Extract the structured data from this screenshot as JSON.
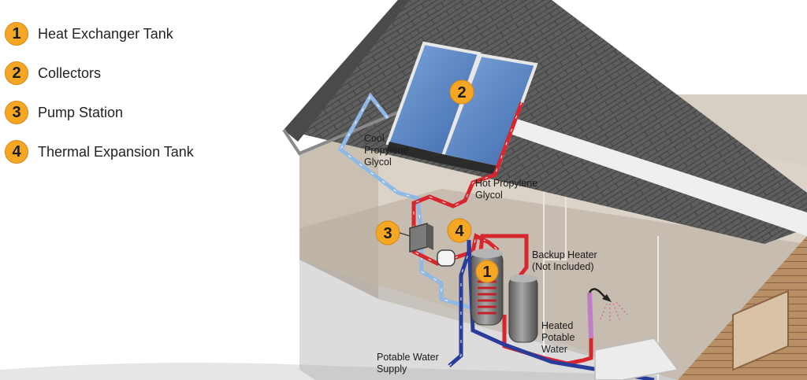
{
  "legend": {
    "items": [
      {
        "number": "1",
        "label": "Heat Exchanger Tank"
      },
      {
        "number": "2",
        "label": "Collectors"
      },
      {
        "number": "3",
        "label": "Pump Station"
      },
      {
        "number": "4",
        "label": "Thermal Expansion Tank"
      }
    ]
  },
  "markers": {
    "tank": "1",
    "collectors": "2",
    "pump": "3",
    "expansion": "4"
  },
  "labels": {
    "cool_glycol": [
      "Cool",
      "Propylene",
      "Glycol"
    ],
    "hot_glycol": [
      "Hot Propylene",
      "Glycol"
    ],
    "backup_heater": [
      "Backup Heater",
      "(Not Included)"
    ],
    "heated_water": [
      "Heated",
      "Potable",
      "Water"
    ],
    "potable_supply": [
      "Potable Water",
      "Supply"
    ]
  },
  "colors": {
    "marker": "#f5a623",
    "hot_pipe": "#d7262d",
    "cool_pipe": "#8fb8e6",
    "supply_pipe": "#2a3c9a",
    "roof": "#5b5b5b",
    "collector": "#4f7fbf"
  }
}
